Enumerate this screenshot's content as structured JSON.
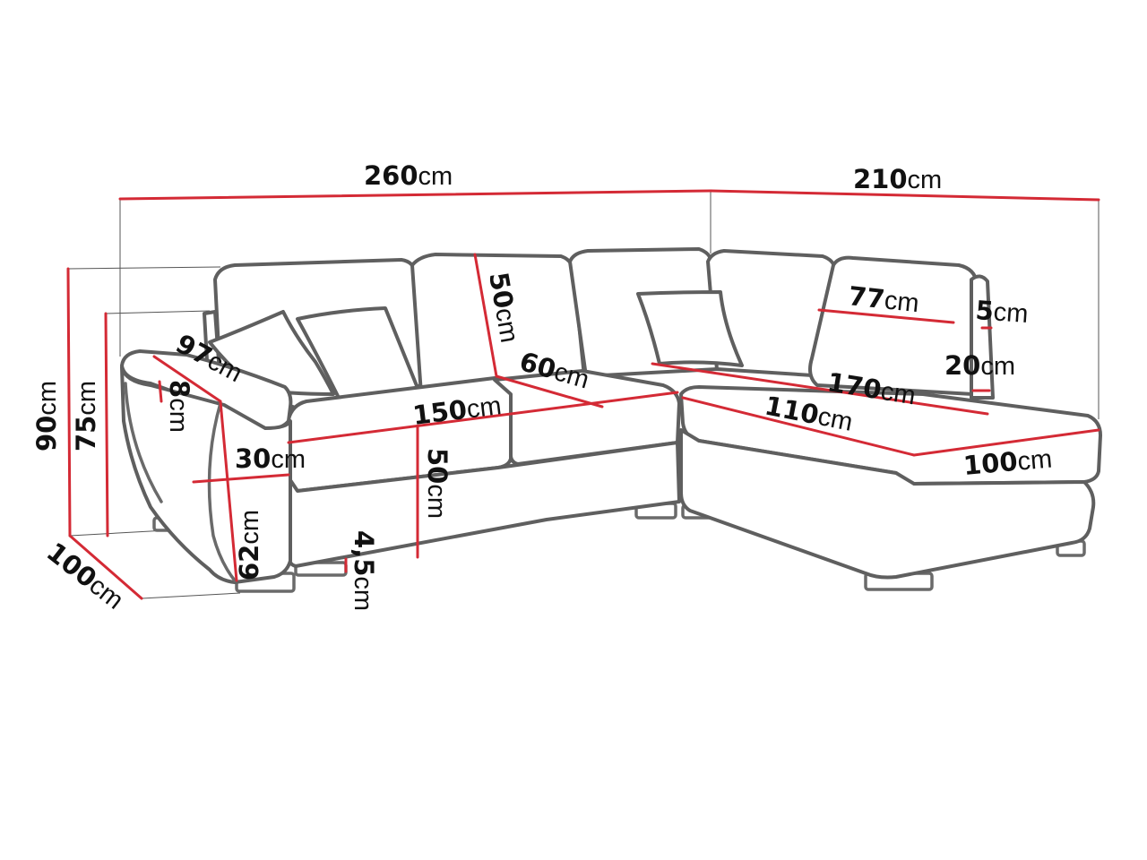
{
  "dimensions": {
    "total_width_left": {
      "value": "260",
      "unit": "cm"
    },
    "total_width_right": {
      "value": "210",
      "unit": "cm"
    },
    "total_height": {
      "value": "90",
      "unit": "cm"
    },
    "armrest_height": {
      "value": "75",
      "unit": "cm"
    },
    "total_depth": {
      "value": "100",
      "unit": "cm"
    },
    "armrest_length": {
      "value": "97",
      "unit": "cm"
    },
    "armrest_pad": {
      "value": "8",
      "unit": "cm"
    },
    "armrest_width": {
      "value": "30",
      "unit": "cm"
    },
    "armrest_base_height": {
      "value": "62",
      "unit": "cm"
    },
    "backrest_height": {
      "value": "50",
      "unit": "cm"
    },
    "seat_depth": {
      "value": "60",
      "unit": "cm"
    },
    "seat_width": {
      "value": "150",
      "unit": "cm"
    },
    "seat_height": {
      "value": "50",
      "unit": "cm"
    },
    "leg_height": {
      "value": "4,5",
      "unit": "cm"
    },
    "chaise_back_width": {
      "value": "77",
      "unit": "cm"
    },
    "chaise_side_top": {
      "value": "5",
      "unit": "cm"
    },
    "chaise_side_height": {
      "value": "20",
      "unit": "cm"
    },
    "chaise_length": {
      "value": "170",
      "unit": "cm"
    },
    "chaise_inner_length": {
      "value": "110",
      "unit": "cm"
    },
    "chaise_width": {
      "value": "100",
      "unit": "cm"
    }
  }
}
